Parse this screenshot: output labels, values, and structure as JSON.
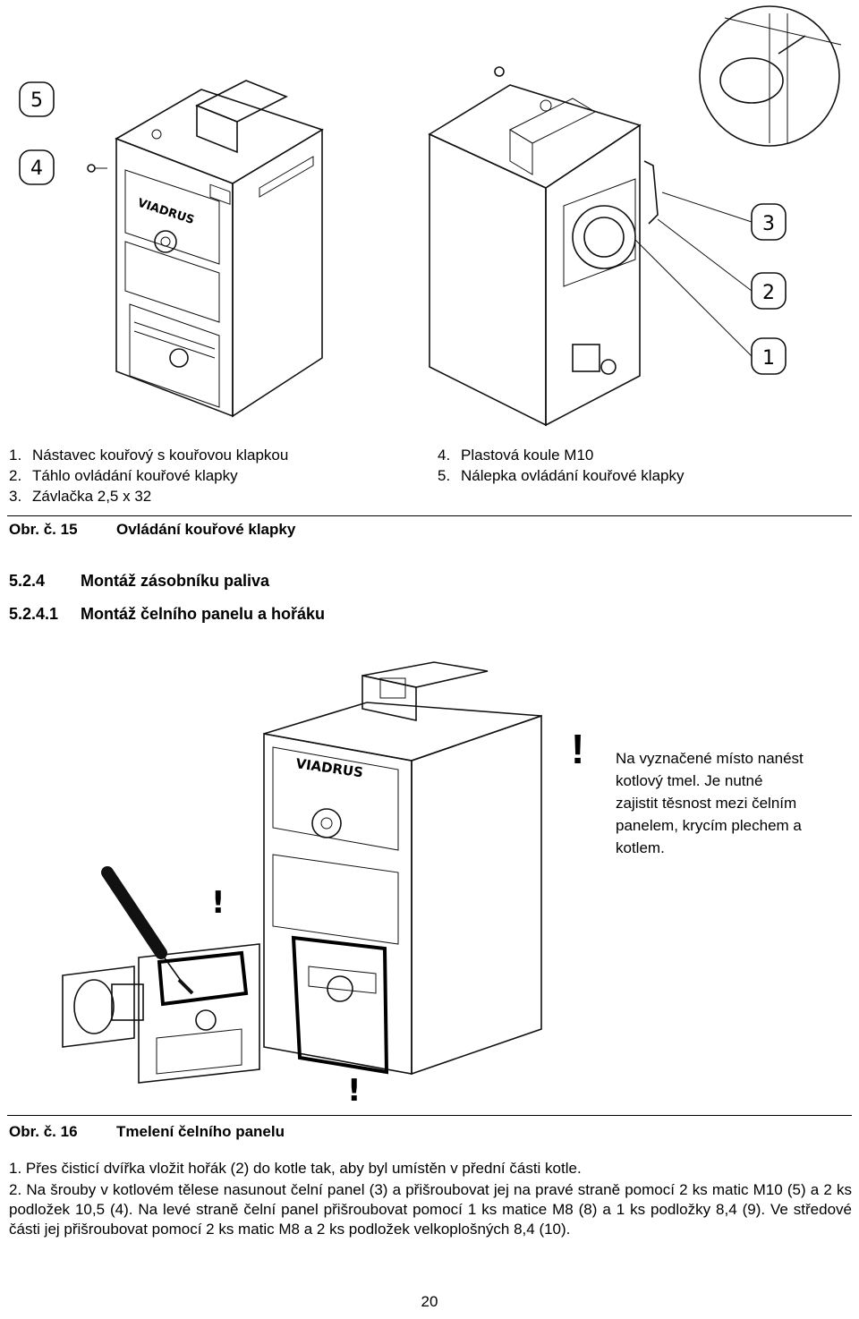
{
  "figure15": {
    "callouts": [
      "5",
      "4",
      "3",
      "2",
      "1"
    ],
    "brand": "VIADRUS",
    "legend_left": [
      {
        "num": "1.",
        "text": "Nástavec kouřový s kouřovou klapkou"
      },
      {
        "num": "2.",
        "text": "Táhlo ovládání kouřové klapky"
      },
      {
        "num": "3.",
        "text": "Závlačka 2,5 x 32"
      }
    ],
    "legend_right": [
      {
        "num": "4.",
        "text": "Plastová koule M10"
      },
      {
        "num": "5.",
        "text": "Nálepka ovládání kouřové klapky"
      }
    ],
    "caption_number": "Obr. č. 15",
    "caption_title": "Ovládání kouřové klapky"
  },
  "section": {
    "number": "5.2.4",
    "title": "Montáž zásobníku paliva",
    "sub_number": "5.2.4.1",
    "sub_title": "Montáž čelního panelu a hořáku"
  },
  "figure16": {
    "brand": "VIADRUS",
    "warning_mark": "!",
    "note_lines": [
      "Na vyznačené místo nanést",
      "kotlový tmel. Je nutné",
      "zajistit těsnost mezi čelním",
      "panelem, krycím plechem a",
      "kotlem."
    ],
    "caption_number": "Obr. č. 16",
    "caption_title": "Tmelení čelního panelu"
  },
  "steps": [
    {
      "num": "1.",
      "text": "Přes čisticí dvířka vložit hořák (2) do kotle tak, aby byl umístěn v přední části kotle."
    },
    {
      "num": "2.",
      "text": "Na šrouby v kotlovém tělese nasunout čelní panel (3) a přišroubovat jej na pravé straně pomocí 2 ks matic M10 (5) a 2 ks podložek 10,5 (4). Na levé straně čelní panel přišroubovat pomocí 1 ks matice M8 (8) a 1 ks podložky 8,4 (9). Ve středové části jej přišroubovat pomocí 2 ks matic M8 a 2 ks podložek velkoplošných 8,4 (10)."
    }
  ],
  "page_number": "20"
}
